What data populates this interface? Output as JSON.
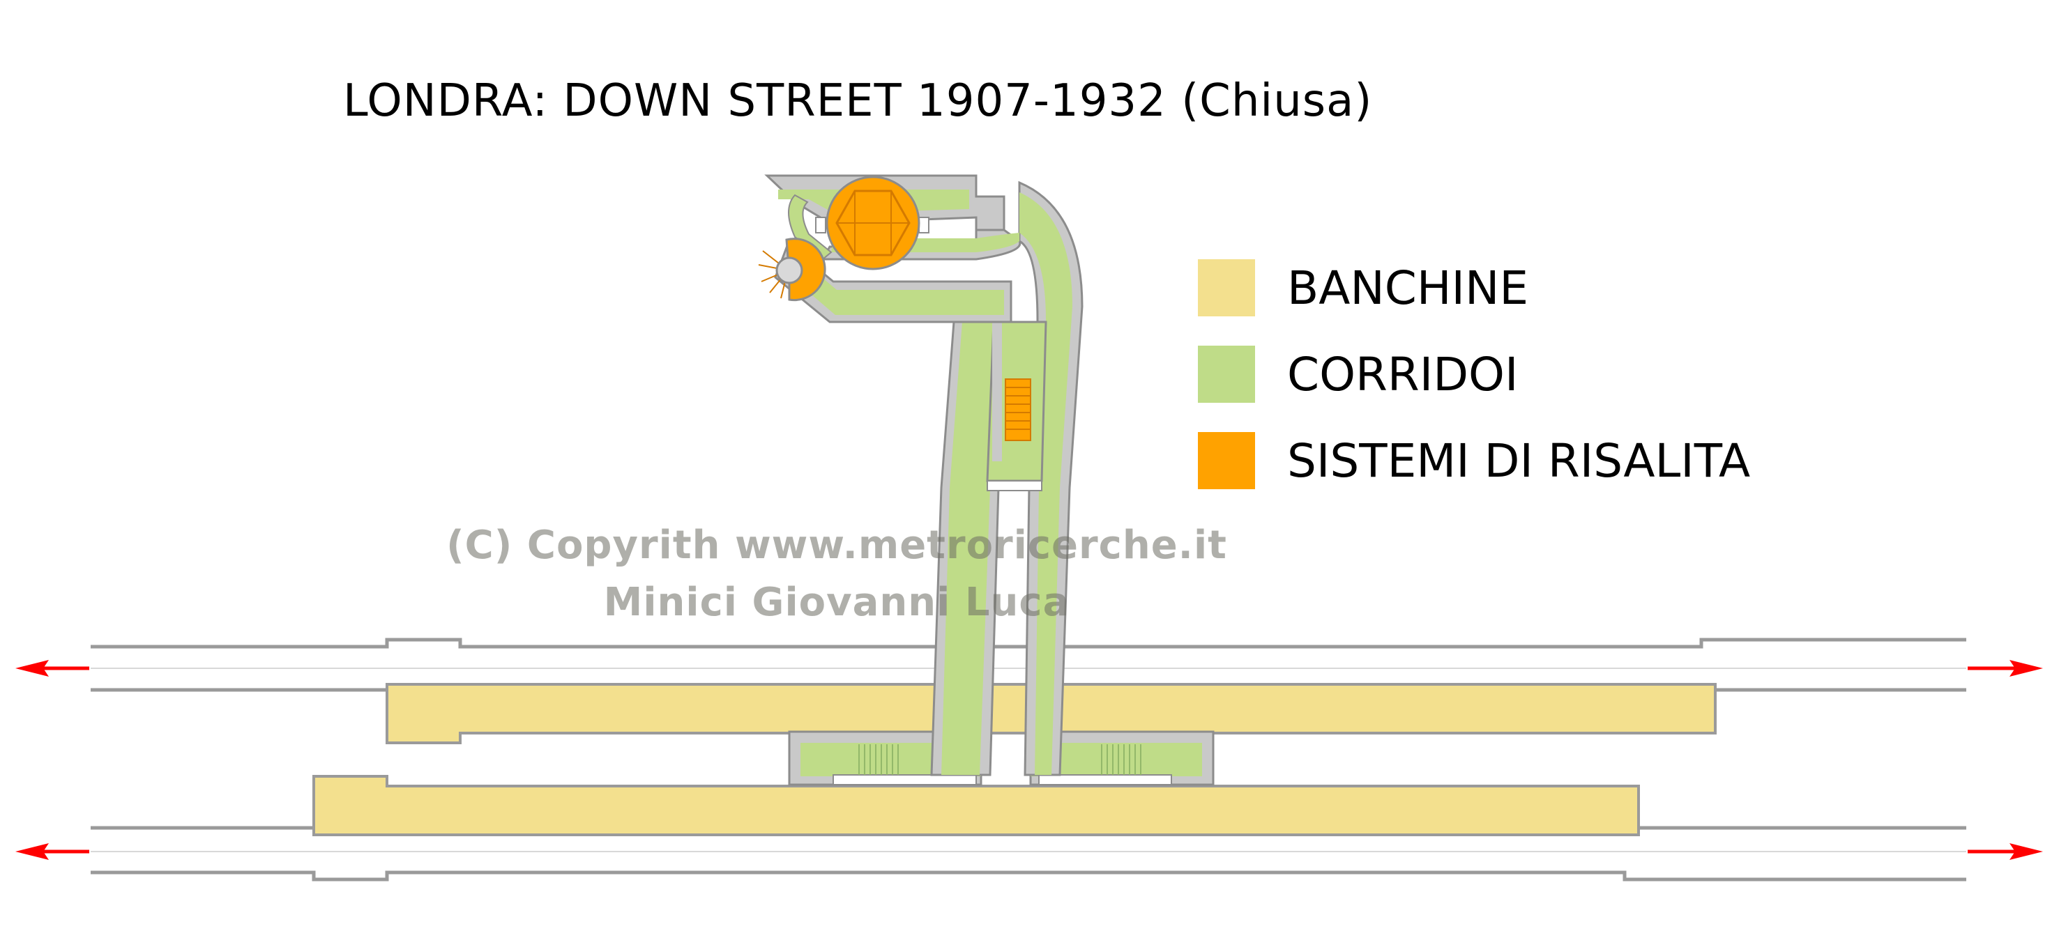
{
  "title": "LONDRA: DOWN STREET 1907-1932 (Chiusa)",
  "legend": [
    {
      "label": "BANCHINE",
      "color": "#f3e08e"
    },
    {
      "label": "CORRIDOI",
      "color": "#bfdc88"
    },
    {
      "label": "SISTEMI DI RISALITA",
      "color": "#ffa200"
    }
  ],
  "watermark": {
    "line1": "(C) Copyrith www.metroricerche.it",
    "line2": "Minici Giovanni Luca"
  },
  "colors": {
    "platform": "#f3e08e",
    "corridor": "#bfdc88",
    "lift": "#ffa200",
    "wall": "#c9c9c9",
    "wall_stroke": "#8c8c8c",
    "arrow": "#ff0000"
  }
}
